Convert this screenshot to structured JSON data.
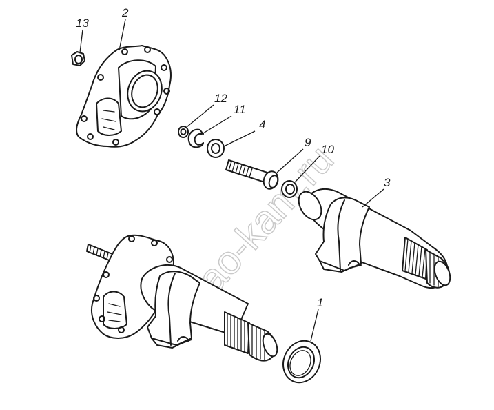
{
  "watermark": "kao-kam.ru",
  "callouts": [
    {
      "id": "13",
      "label": "13"
    },
    {
      "id": "2",
      "label": "2"
    },
    {
      "id": "12",
      "label": "12"
    },
    {
      "id": "11",
      "label": "11"
    },
    {
      "id": "4",
      "label": "4"
    },
    {
      "id": "9",
      "label": "9"
    },
    {
      "id": "10",
      "label": "10"
    },
    {
      "id": "3",
      "label": "3"
    },
    {
      "id": "1",
      "label": "1"
    }
  ],
  "colors": {
    "ink": "#1a1a1a",
    "watermark": "#c9c9c9",
    "background": "#ffffff"
  }
}
